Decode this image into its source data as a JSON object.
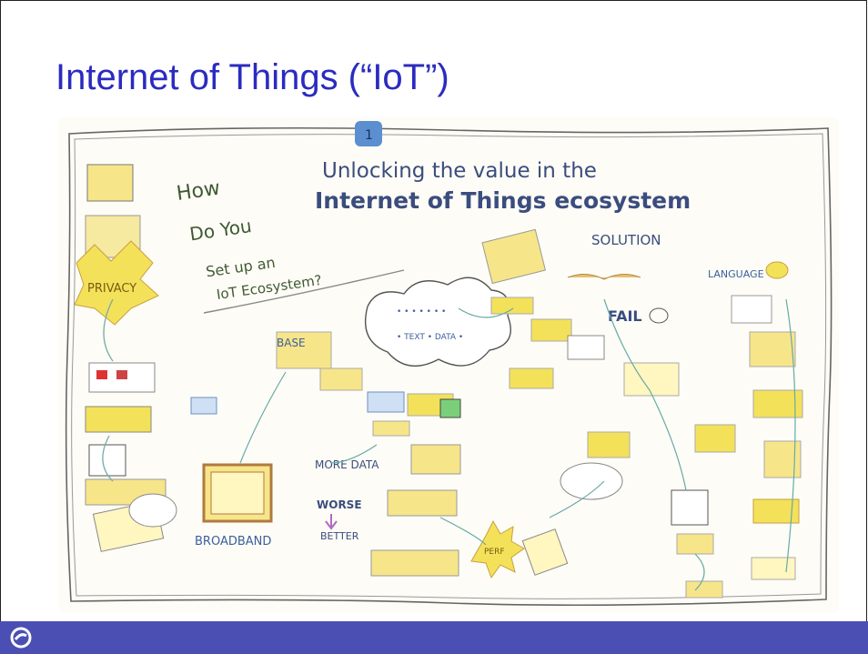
{
  "slide": {
    "title": "Internet of Things (“IoT”)"
  },
  "sketchnote": {
    "badge_number": "1",
    "heading_line1": "Unlocking the value in the",
    "heading_line2": "Internet of Things ecosystem",
    "question": [
      "How",
      "Do You",
      "Set up an",
      "IoT Ecosystem?"
    ],
    "labels": {
      "privacy": "PRIVACY",
      "solution": "SOLUTION",
      "fail": "FAIL",
      "more_data": "MORE DATA",
      "worse": "WORSE",
      "better": "BETTER",
      "broadband": "BROADBAND",
      "base": "BASE",
      "language": "LANGUAGE",
      "perf": "PERF"
    }
  },
  "colors": {
    "title": "#2b2bc0",
    "footer": "#4b4fb4",
    "highlight_yellow": "#f4e15a",
    "marker_blue": "#3b5f9e"
  },
  "footer": {
    "logo_icon": "swirl-logo-icon"
  }
}
